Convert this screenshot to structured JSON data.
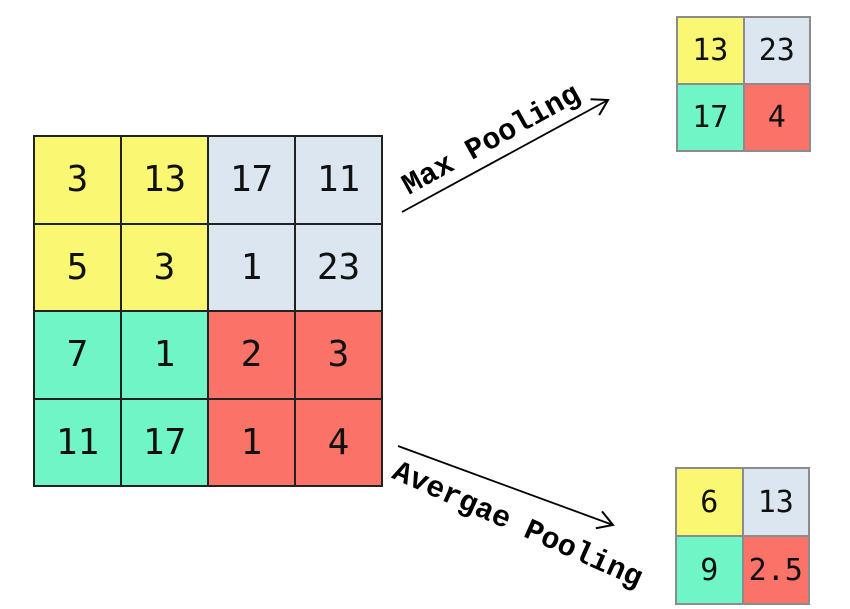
{
  "palette": {
    "yellow": "#faf873",
    "green": "#6ff5c6",
    "red": "#fa7268",
    "blue": "#dbe6f1",
    "grid_line": "#222222",
    "output_border": "#8c8c8c",
    "arrow": "#000000"
  },
  "input_matrix": {
    "rows": 4,
    "cols": 4,
    "cells": [
      {
        "value": "3",
        "color": "yellow"
      },
      {
        "value": "13",
        "color": "yellow"
      },
      {
        "value": "17",
        "color": "blue"
      },
      {
        "value": "11",
        "color": "blue"
      },
      {
        "value": "5",
        "color": "yellow"
      },
      {
        "value": "3",
        "color": "yellow"
      },
      {
        "value": "1",
        "color": "blue"
      },
      {
        "value": "23",
        "color": "blue"
      },
      {
        "value": "7",
        "color": "green"
      },
      {
        "value": "1",
        "color": "green"
      },
      {
        "value": "2",
        "color": "red"
      },
      {
        "value": "3",
        "color": "red"
      },
      {
        "value": "11",
        "color": "green"
      },
      {
        "value": "17",
        "color": "green"
      },
      {
        "value": "1",
        "color": "red"
      },
      {
        "value": "4",
        "color": "red"
      }
    ]
  },
  "max_pooling": {
    "label": "Max Pooling",
    "output": {
      "rows": 2,
      "cols": 2,
      "cells": [
        {
          "value": "13",
          "color": "yellow"
        },
        {
          "value": "23",
          "color": "blue"
        },
        {
          "value": "17",
          "color": "green"
        },
        {
          "value": "4",
          "color": "red"
        }
      ]
    }
  },
  "average_pooling": {
    "label": "Avergae Pooling",
    "output": {
      "rows": 2,
      "cols": 2,
      "cells": [
        {
          "value": "6",
          "color": "yellow"
        },
        {
          "value": "13",
          "color": "blue"
        },
        {
          "value": "9",
          "color": "green"
        },
        {
          "value": "2.5",
          "color": "red"
        }
      ]
    }
  }
}
